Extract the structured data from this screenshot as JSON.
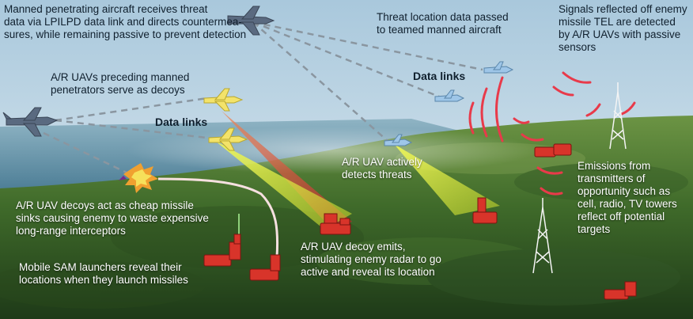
{
  "annotations": {
    "manned_penetrating": "Manned penetrating aircraft receives threat\ndata via LPILPD data link and directs countermea-\nsures, while remaining passive to prevent detection",
    "threat_location": "Threat location data passed\nto teamed manned aircraft",
    "signals_reflected": "Signals reflected off enemy\nmissile TEL are detected\nby A/R UAVs with passive\nsensors",
    "data_links_right": "Data links",
    "uavs_preceding": "A/R UAVs preceding manned\npenetrators serve as decoys",
    "data_links_left": "Data links",
    "uav_detects": "A/R UAV actively\ndetects threats",
    "emissions": "Emissions from\ntransmitters of\nopportunity such as\ncell, radio, TV towers\nreflect off potential\ntargets",
    "decoys_sinks": "A/R UAV decoys act as cheap missile\nsinks causing enemy to waste expensive\nlong-range interceptors",
    "decoy_emits": "A/R UAV decoy emits,\nstimulating enemy radar to go\nactive and reveal its location",
    "mobile_sam": "Mobile SAM launchers reveal their\nlocations when they launch missiles"
  },
  "colors": {
    "sky_top": "#a9c8dc",
    "sky_bottom": "#e3eef4",
    "sea": "#5f8fa6",
    "land_light": "#5f8a3e",
    "land_dark": "#203d1a",
    "beam_yellow": "#e8f03a",
    "beam_red": "#c0302b",
    "equipment_red": "#d8342a",
    "aircraft_gray": "#5a6a80",
    "decoy_yellow": "#f3e36a",
    "uav_blue": "#9ec6e8",
    "signal_arc": "#e83a4a",
    "data_link": "#8a96a0"
  },
  "icons": [
    "fighter-jet-icon",
    "decoy-uav-icon",
    "uav-icon",
    "sam-launcher-icon",
    "radio-tower-icon",
    "signal-arc-icon",
    "explosion-icon"
  ]
}
